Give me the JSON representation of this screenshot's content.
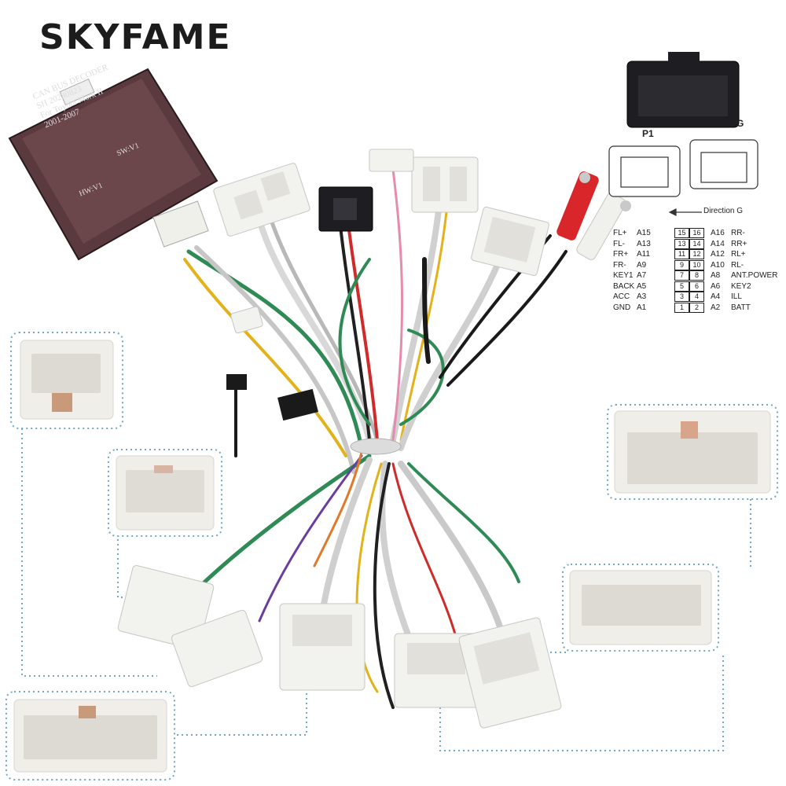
{
  "brand": {
    "logo_text": "SKYFAME"
  },
  "decoder": {
    "line1": "CAN BUS DECODER",
    "line2": "SH 20230823",
    "line3": "For Toyota Mark II",
    "line4": "2001-2007",
    "hw": "HW:V1",
    "sw": "SW:V1"
  },
  "diagram": {
    "p1_label": "P1",
    "g_label": "G",
    "direction_label": "Direction G"
  },
  "pinout": [
    {
      "lname": "FL+",
      "lcode": "A15",
      "lnum": "15",
      "rnum": "16",
      "rcode": "A16",
      "rname": "RR-"
    },
    {
      "lname": "FL-",
      "lcode": "A13",
      "lnum": "13",
      "rnum": "14",
      "rcode": "A14",
      "rname": "RR+"
    },
    {
      "lname": "FR+",
      "lcode": "A11",
      "lnum": "11",
      "rnum": "12",
      "rcode": "A12",
      "rname": "RL+"
    },
    {
      "lname": "FR-",
      "lcode": "A9",
      "lnum": "9",
      "rnum": "10",
      "rcode": "A10",
      "rname": "RL-"
    },
    {
      "lname": "KEY1",
      "lcode": "A7",
      "lnum": "7",
      "rnum": "8",
      "rcode": "A8",
      "rname": "ANT.POWER"
    },
    {
      "lname": "BACK",
      "lcode": "A5",
      "lnum": "5",
      "rnum": "6",
      "rcode": "A6",
      "rname": "KEY2"
    },
    {
      "lname": "ACC",
      "lcode": "A3",
      "lnum": "3",
      "rnum": "4",
      "rcode": "A4",
      "rname": "ILL"
    },
    {
      "lname": "GND",
      "lcode": "A1",
      "lnum": "1",
      "rnum": "2",
      "rcode": "A2",
      "rname": "BATT"
    }
  ],
  "colors": {
    "decoder_body": "#5a3a3e",
    "connector_white": "#f2f2ee",
    "connector_black": "#1e1e22",
    "rca_red": "#d8262a",
    "callout_dots": "#6fa8c8"
  }
}
